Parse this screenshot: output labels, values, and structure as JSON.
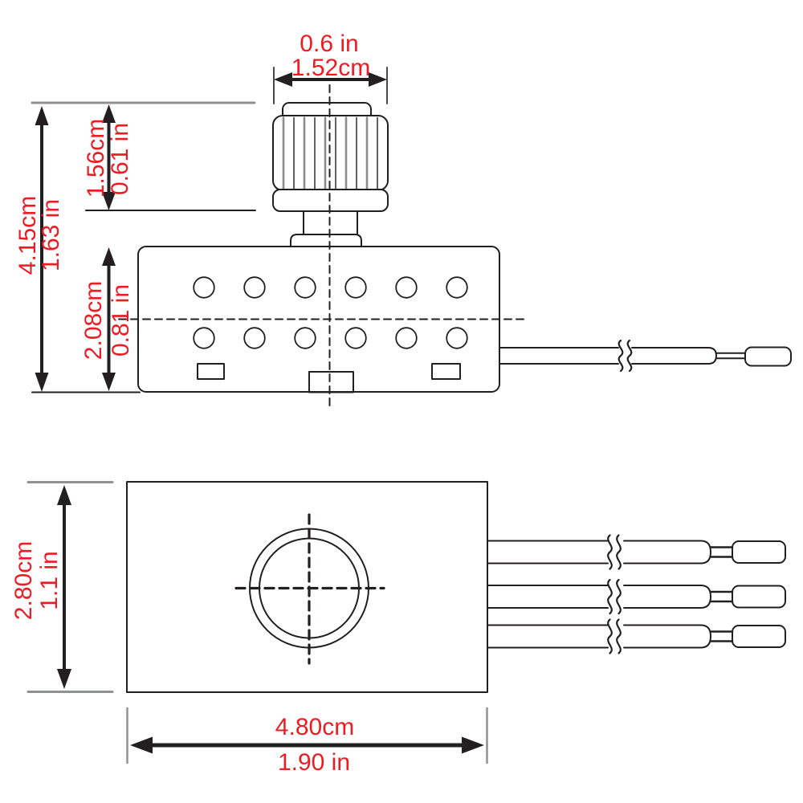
{
  "colors": {
    "dimension_text": "#ed1c24",
    "drawing_line": "#231f20",
    "extension_line": "#8f9193"
  },
  "labels": {
    "knob_width": {
      "in": "0.6 in",
      "cm": "1.52cm"
    },
    "total_height": {
      "cm": "4.15cm",
      "in": "1.63 in"
    },
    "knob_height": {
      "cm": "1.56cm",
      "in": "0.61 in"
    },
    "body_height": {
      "cm": "2.08cm",
      "in": "0.81 in"
    },
    "plate_height": {
      "cm": "2.80cm",
      "in": "1.1 in"
    },
    "plate_width": {
      "cm": "4.80cm",
      "in": "1.90 in"
    }
  }
}
